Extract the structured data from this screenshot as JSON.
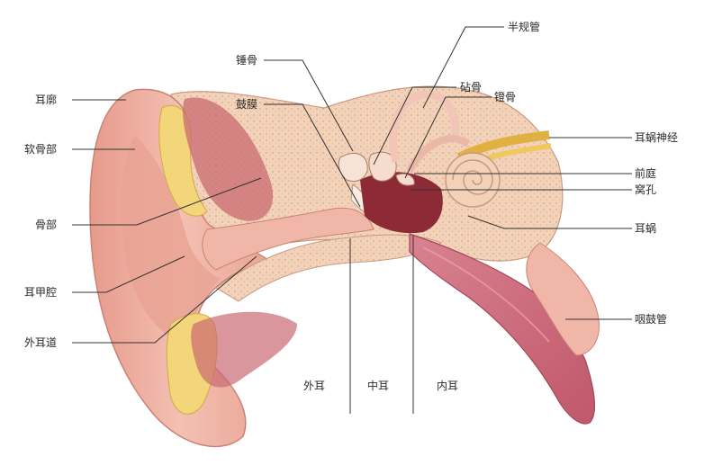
{
  "labels": {
    "pinna": "耳廓",
    "cartilage_part": "软骨部",
    "bony_part": "骨部",
    "concha": "耳甲腔",
    "ear_canal": "外耳道",
    "malleus": "锤骨",
    "eardrum": "鼓膜",
    "semicircular_canals": "半规管",
    "incus": "砧骨",
    "stapes": "镫骨",
    "cochlear_nerve": "耳蜗神经",
    "vestibule": "前庭",
    "oval_window": "窝孔",
    "cochlea": "耳蜗",
    "eustachian_tube": "咽鼓管",
    "outer_ear": "外耳",
    "middle_ear": "中耳",
    "inner_ear": "内耳"
  },
  "colors": {
    "skin": "#f0b7a9",
    "bone": "#f2d2b8",
    "muscle": "#c96a72",
    "fat": "#f3d57a",
    "nerve": "#e0b040",
    "leader": "#333333"
  }
}
